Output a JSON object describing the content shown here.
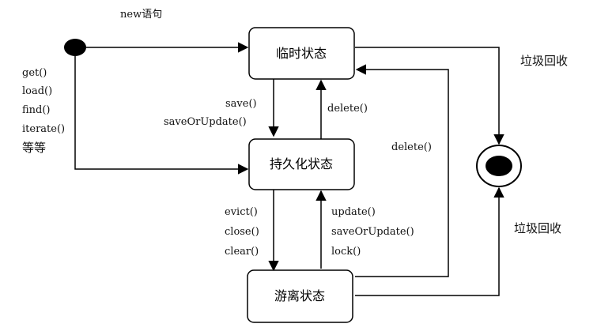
{
  "states": {
    "transient": "临时状态",
    "persistent": "持久化状态",
    "detached": "游离状态"
  },
  "labels": {
    "new_statement": "new语句",
    "gc_top": "垃圾回收",
    "gc_bottom": "垃圾回收",
    "load_methods": [
      "get()",
      "load()",
      "find()",
      "iterate()",
      "等等"
    ],
    "save_methods": [
      "save()",
      "saveOrUpdate()"
    ],
    "delete_up": "delete()",
    "delete_right": "delete()",
    "detach_methods": [
      "evict()",
      "close()",
      "clear()"
    ],
    "reattach_methods": [
      "update()",
      "saveOrUpdate()",
      "lock()"
    ]
  },
  "colors": {
    "ink": "#000000",
    "background": "#ffffff"
  }
}
